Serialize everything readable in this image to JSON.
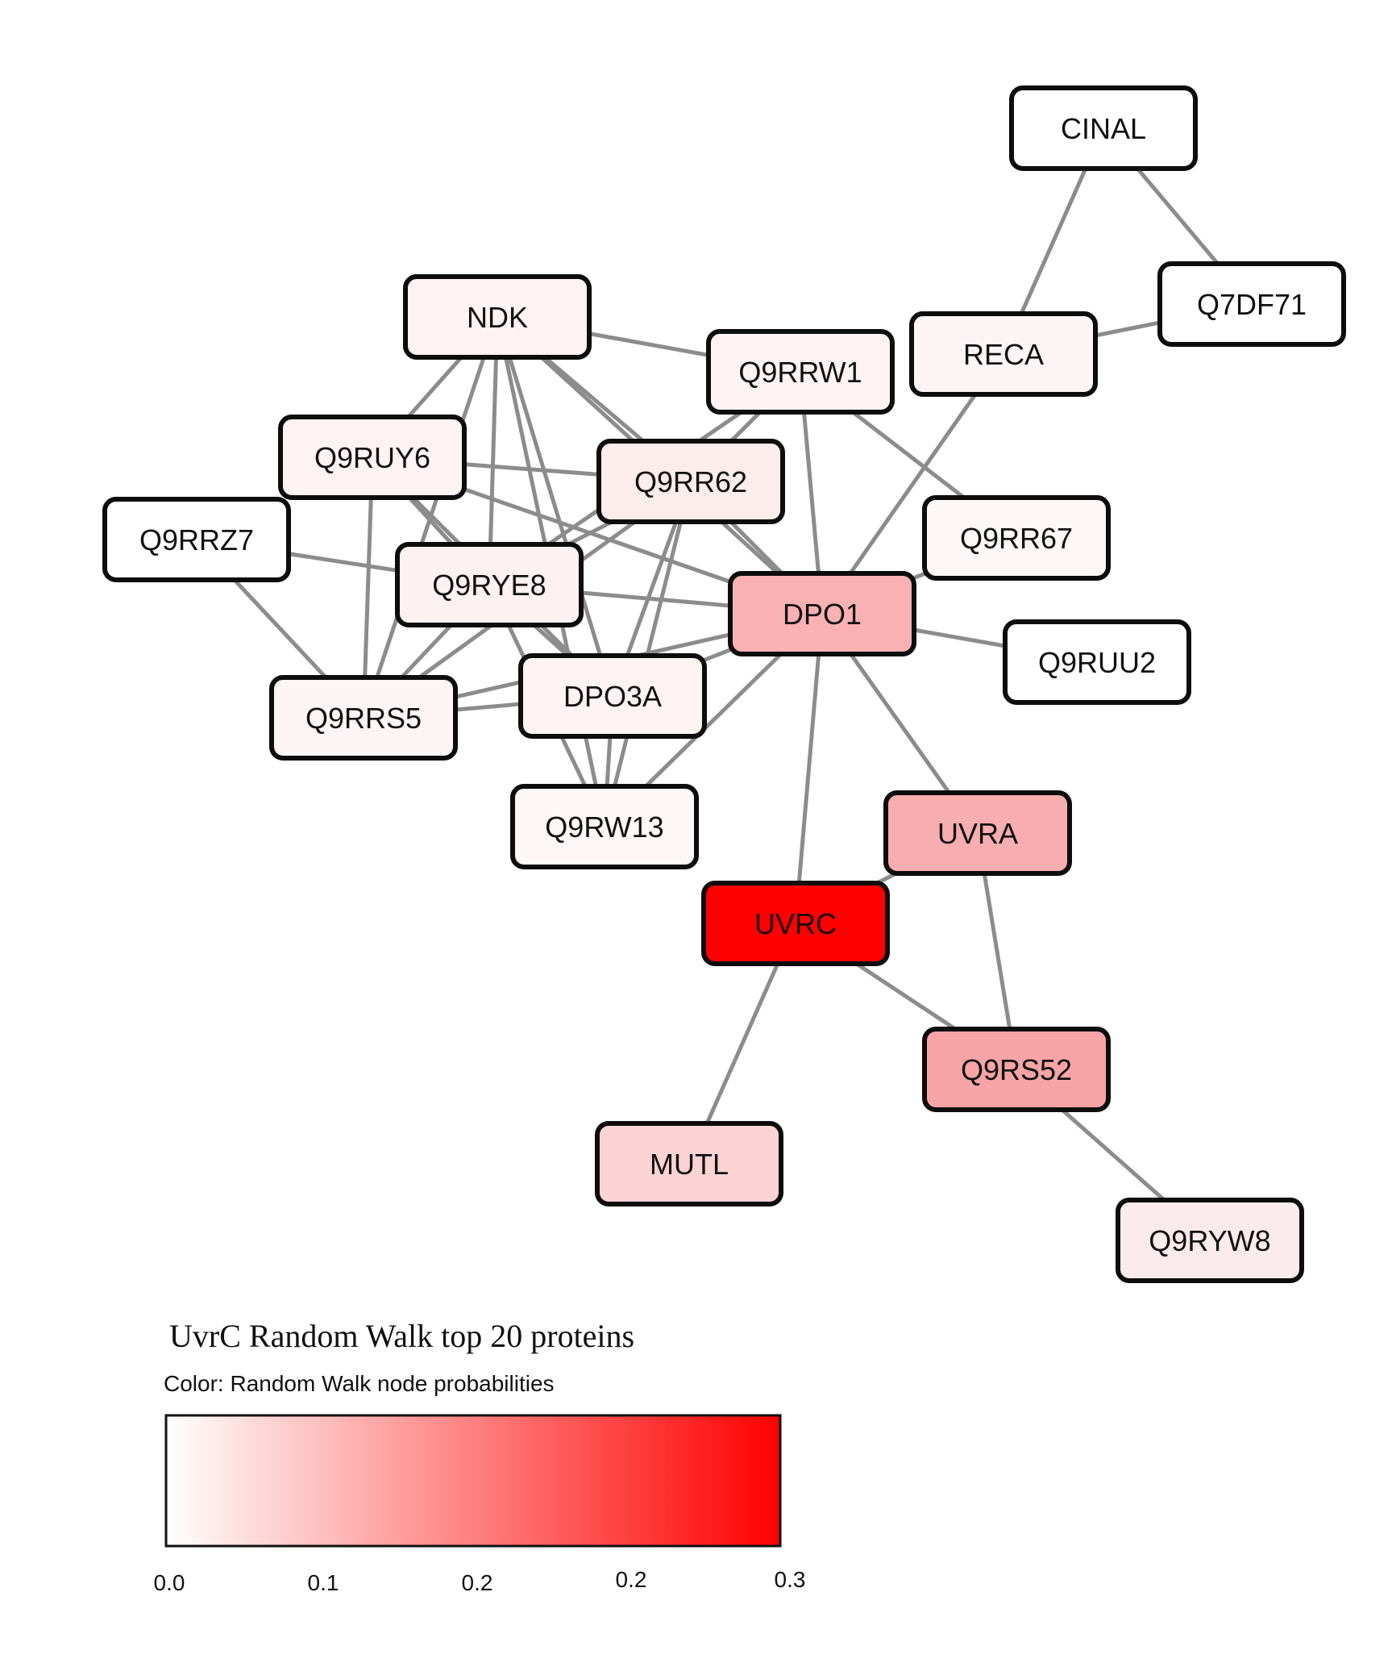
{
  "legend": {
    "title": "UvrC Random Walk top 20 proteins",
    "subtitle": "Color: Random Walk node probabilities",
    "gradient_from": "#ffffff",
    "gradient_to": "#ff0000",
    "ticks": [
      "0.0",
      "0.1",
      "0.2",
      "0.2",
      "0.3"
    ]
  },
  "nodes": [
    {
      "id": "CINAL",
      "label": "CINAL",
      "fill": "#ffffff"
    },
    {
      "id": "Q7DF71",
      "label": "Q7DF71",
      "fill": "#ffffff"
    },
    {
      "id": "NDK",
      "label": "NDK",
      "fill": "#fdf3f3"
    },
    {
      "id": "Q9RRW1",
      "label": "Q9RRW1",
      "fill": "#fdf3f3"
    },
    {
      "id": "RECA",
      "label": "RECA",
      "fill": "#fdf5f5"
    },
    {
      "id": "Q9RUY6",
      "label": "Q9RUY6",
      "fill": "#fdf3f3"
    },
    {
      "id": "Q9RR62",
      "label": "Q9RR62",
      "fill": "#fcecec"
    },
    {
      "id": "Q9RRZ7",
      "label": "Q9RRZ7",
      "fill": "#ffffff"
    },
    {
      "id": "Q9RR67",
      "label": "Q9RR67",
      "fill": "#fdf7f7"
    },
    {
      "id": "Q9RYE8",
      "label": "Q9RYE8",
      "fill": "#fdf1f1"
    },
    {
      "id": "DPO1",
      "label": "DPO1",
      "fill": "#f9b1b4"
    },
    {
      "id": "Q9RUU2",
      "label": "Q9RUU2",
      "fill": "#ffffff"
    },
    {
      "id": "Q9RRS5",
      "label": "Q9RRS5",
      "fill": "#fdf5f5"
    },
    {
      "id": "DPO3A",
      "label": "DPO3A",
      "fill": "#fdf3f3"
    },
    {
      "id": "Q9RW13",
      "label": "Q9RW13",
      "fill": "#fdf7f7"
    },
    {
      "id": "UVRA",
      "label": "UVRA",
      "fill": "#f8adb0"
    },
    {
      "id": "UVRC",
      "label": "UVRC",
      "fill": "#ff0000"
    },
    {
      "id": "Q9RS52",
      "label": "Q9RS52",
      "fill": "#f7a4a7"
    },
    {
      "id": "MUTL",
      "label": "MUTL",
      "fill": "#fbd3d5"
    },
    {
      "id": "Q9RYW8",
      "label": "Q9RYW8",
      "fill": "#fcebec"
    }
  ],
  "edges": [
    [
      "CINAL",
      "Q7DF71"
    ],
    [
      "CINAL",
      "RECA"
    ],
    [
      "RECA",
      "Q7DF71"
    ],
    [
      "RECA",
      "DPO1"
    ],
    [
      "NDK",
      "Q9RRW1"
    ],
    [
      "NDK",
      "Q9RUY6"
    ],
    [
      "NDK",
      "Q9RYE8"
    ],
    [
      "NDK",
      "Q9RRS5"
    ],
    [
      "NDK",
      "Q9RR62"
    ],
    [
      "NDK",
      "DPO1"
    ],
    [
      "NDK",
      "DPO3A"
    ],
    [
      "NDK",
      "Q9RW13"
    ],
    [
      "Q9RRW1",
      "Q9RR62"
    ],
    [
      "Q9RRW1",
      "Q9RYE8"
    ],
    [
      "Q9RRW1",
      "Q9RR67"
    ],
    [
      "Q9RRW1",
      "DPO1"
    ],
    [
      "Q9RUY6",
      "Q9RR62"
    ],
    [
      "Q9RUY6",
      "Q9RYE8"
    ],
    [
      "Q9RUY6",
      "Q9RRS5"
    ],
    [
      "Q9RUY6",
      "DPO1"
    ],
    [
      "Q9RUY6",
      "DPO3A"
    ],
    [
      "Q9RR62",
      "Q9RYE8"
    ],
    [
      "Q9RR62",
      "DPO1"
    ],
    [
      "Q9RR62",
      "DPO3A"
    ],
    [
      "Q9RR62",
      "Q9RRS5"
    ],
    [
      "Q9RR62",
      "Q9RW13"
    ],
    [
      "Q9RRZ7",
      "Q9RYE8"
    ],
    [
      "Q9RRZ7",
      "Q9RRS5"
    ],
    [
      "Q9RR67",
      "DPO1"
    ],
    [
      "Q9RYE8",
      "DPO1"
    ],
    [
      "Q9RYE8",
      "Q9RRS5"
    ],
    [
      "Q9RYE8",
      "DPO3A"
    ],
    [
      "Q9RYE8",
      "Q9RW13"
    ],
    [
      "DPO1",
      "Q9RUU2"
    ],
    [
      "DPO1",
      "DPO3A"
    ],
    [
      "DPO1",
      "Q9RW13"
    ],
    [
      "DPO1",
      "UVRA"
    ],
    [
      "DPO1",
      "UVRC"
    ],
    [
      "DPO1",
      "Q9RRS5"
    ],
    [
      "Q9RRS5",
      "DPO3A"
    ],
    [
      "DPO3A",
      "Q9RW13"
    ],
    [
      "UVRA",
      "UVRC"
    ],
    [
      "UVRA",
      "Q9RS52"
    ],
    [
      "UVRC",
      "Q9RS52"
    ],
    [
      "UVRC",
      "MUTL"
    ],
    [
      "Q9RS52",
      "Q9RYW8"
    ]
  ]
}
